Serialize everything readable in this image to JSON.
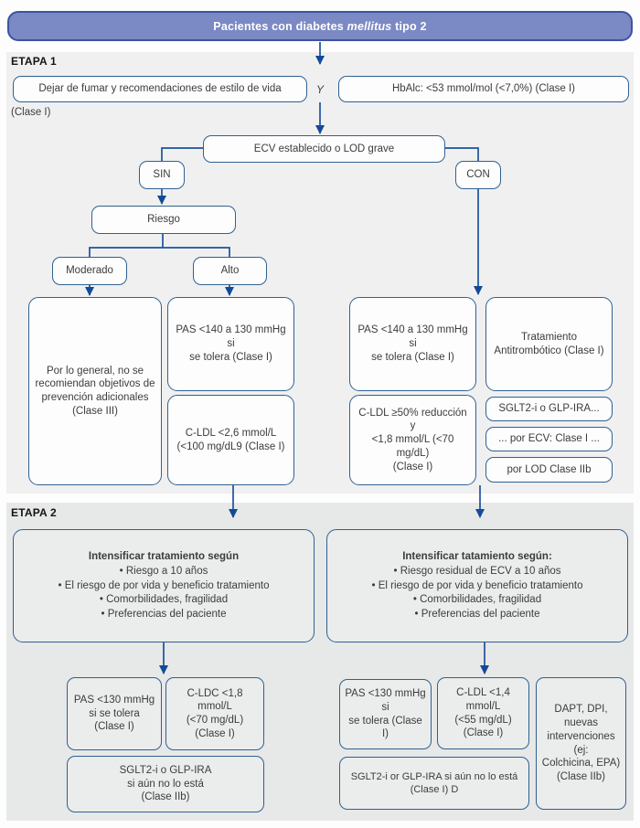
{
  "colors": {
    "header_fill": "#7b89c4",
    "header_border": "#3c53a0",
    "panel1": "#f0f0f1",
    "panel2": "#e7e8e8",
    "box_border": "#2f6191",
    "line": "#1c529c",
    "arrow": "#134a97",
    "text": "#3c3c3c"
  },
  "header": {
    "title_prefix": "Pacientes con diabetes ",
    "title_italic": "mellitus",
    "title_suffix": " tipo 2"
  },
  "stage1": {
    "label": "ETAPA 1",
    "smoking_box": "Dejar de fumar y recomendaciones de estilo de vida",
    "smoking_note": "(Clase I)",
    "and_connector": "Y",
    "hba1c_box": "HbAlc: <53 mmol/mol (<7,0%) (Clase I)",
    "ecv_box": "ECV establecido o LOD grave",
    "sin": "SIN",
    "con": "CON",
    "riesgo": "Riesgo",
    "moderado": "Moderado",
    "alto": "Alto",
    "no_targets_lines": [
      "Por lo general, no se",
      "recomiendan objetivos de",
      "prevención adicionales",
      "(Clase III)"
    ],
    "pas_left_lines": [
      "PAS <140 a 130 mmHg si",
      "se tolera (Clase I)"
    ],
    "cldl_left_lines": [
      "C-LDL <2,6 mmol/L",
      "(<100 mg/dL9 (Clase I)"
    ],
    "pas_right_lines": [
      "PAS <140 a 130 mmHg si",
      "se tolera (Clase I)"
    ],
    "antithrombotic_lines": [
      "Tratamiento",
      "Antitrombótico (Clase I)"
    ],
    "cldl_right_lines": [
      "C-LDL ≥50% reducción y",
      "<1,8 mmol/L (<70 mg/dL)",
      "(Clase I)"
    ],
    "chain_box_1": "SGLT2-i o GLP-IRA...",
    "chain_box_2": "... por ECV: Clase I ...",
    "chain_box_3": "por LOD Clase IIb"
  },
  "stage2": {
    "label": "ETAPA 2",
    "left_box": {
      "title": "Intensificar tratamiento según",
      "bullets": [
        "• Riesgo a 10 años",
        "• El riesgo de por vida y beneficio tratamiento",
        "• Comorbilidades, fragilidad",
        "• Preferencias del paciente"
      ]
    },
    "right_box": {
      "title": "Intensificar tatamiento según:",
      "bullets": [
        "• Riesgo residual de ECV a 10 años",
        "• El riesgo de por vida y beneficio tratamiento",
        "• Comorbilidades, fragilidad",
        "• Preferencias del paciente"
      ]
    },
    "left_pas_lines": [
      "PAS <130 mmHg",
      "si se tolera",
      "(Clase I)"
    ],
    "left_cldl_lines": [
      "C-LDC <1,8 mmol/L",
      "(<70 mg/dL)",
      "(Clase I)"
    ],
    "left_sglt2_lines": [
      "SGLT2-i o GLP-IRA",
      "si aún no lo está",
      "(Clase IIb)"
    ],
    "right_pas_lines": [
      "PAS <130 mmHg si",
      "se tolera (Clase I)"
    ],
    "right_cldl_lines": [
      "C-LDL <1,4 mmol/L",
      "(<55 mg/dL)",
      "(Clase I)"
    ],
    "dapt_lines": [
      "DAPT, DPI, nuevas",
      "intervenciones (ej:",
      "Colchicina, EPA)",
      "(Clase IIb)"
    ],
    "right_sglt2_lines": [
      "SGLT2-i or GLP-IRA si aún no lo está",
      "(Clase I) D"
    ]
  }
}
